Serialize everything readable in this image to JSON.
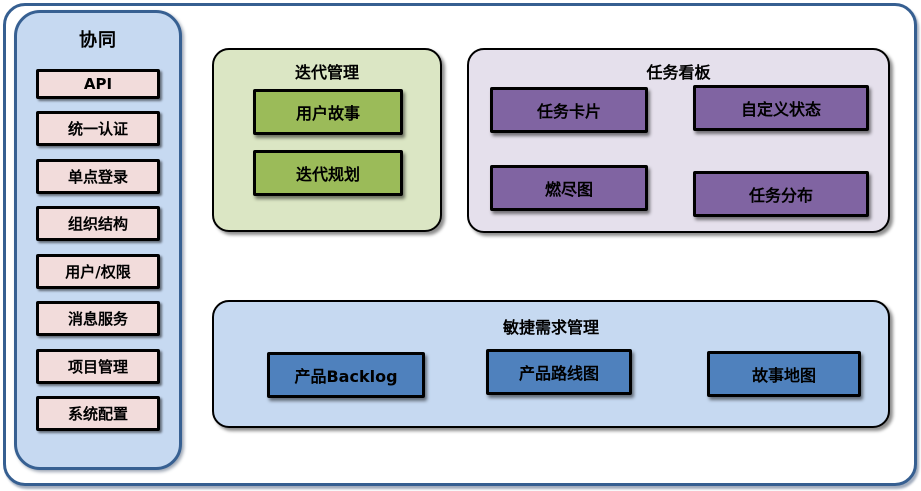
{
  "colors": {
    "frame_border": "#365f91",
    "sidebar_bg": "#c6d9f1",
    "sidebar_border": "#376092",
    "sidebar_item_bg": "#f2dcdb",
    "iteration_panel_bg": "#dbe6c4",
    "iteration_item_bg": "#9bbb59",
    "taskboard_panel_bg": "#e5e0ec",
    "taskboard_item_bg": "#8064a2",
    "agile_panel_bg": "#c6d9f1",
    "agile_item_bg": "#4f81bd",
    "item_border": "#000000",
    "text": "#000000"
  },
  "sidebar": {
    "title": "协同",
    "items": [
      {
        "label": "API"
      },
      {
        "label": "统一认证"
      },
      {
        "label": "单点登录"
      },
      {
        "label": "组织结构"
      },
      {
        "label": "用户/权限"
      },
      {
        "label": "消息服务"
      },
      {
        "label": "项目管理"
      },
      {
        "label": "系统配置"
      }
    ]
  },
  "panels": {
    "iteration": {
      "title": "迭代管理",
      "items": [
        {
          "label": "用户故事"
        },
        {
          "label": "迭代规划"
        }
      ]
    },
    "taskboard": {
      "title": "任务看板",
      "items": [
        {
          "label": "任务卡片"
        },
        {
          "label": "自定义状态"
        },
        {
          "label": "燃尽图"
        },
        {
          "label": "任务分布"
        }
      ]
    },
    "agile": {
      "title": "敏捷需求管理",
      "items": [
        {
          "label": "产品Backlog"
        },
        {
          "label": "产品路线图"
        },
        {
          "label": "故事地图"
        }
      ]
    }
  }
}
